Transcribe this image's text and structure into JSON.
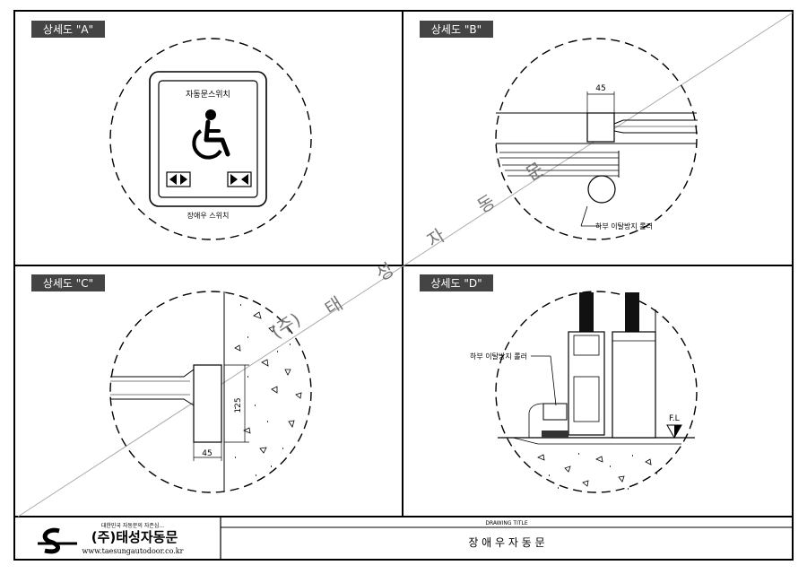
{
  "panels": {
    "a": {
      "tag": "상세도 \"A\"",
      "switch_title": "자동문스위치",
      "caption": "장애우 스위치"
    },
    "b": {
      "tag": "상세도 \"B\"",
      "dim": "45",
      "callout": "하부 이탈방지 롤러"
    },
    "c": {
      "tag": "상세도 \"C\"",
      "dim_h": "125",
      "dim_w": "45"
    },
    "d": {
      "tag": "상세도 \"D\"",
      "callout": "하부 이탈방지 롤러",
      "fl": "F.L"
    }
  },
  "watermark": [
    "(주)",
    "태",
    "성",
    "자",
    "동",
    "문"
  ],
  "title_block": {
    "company_small": "대한민국 자동문의 자존심...",
    "company_name": "(주)태성자동문",
    "company_url": "www.taesungautodoor.co.kr",
    "drawing_title_label": "DRAWING TITLE",
    "drawing_title": "장 애 우 자 동 문"
  }
}
